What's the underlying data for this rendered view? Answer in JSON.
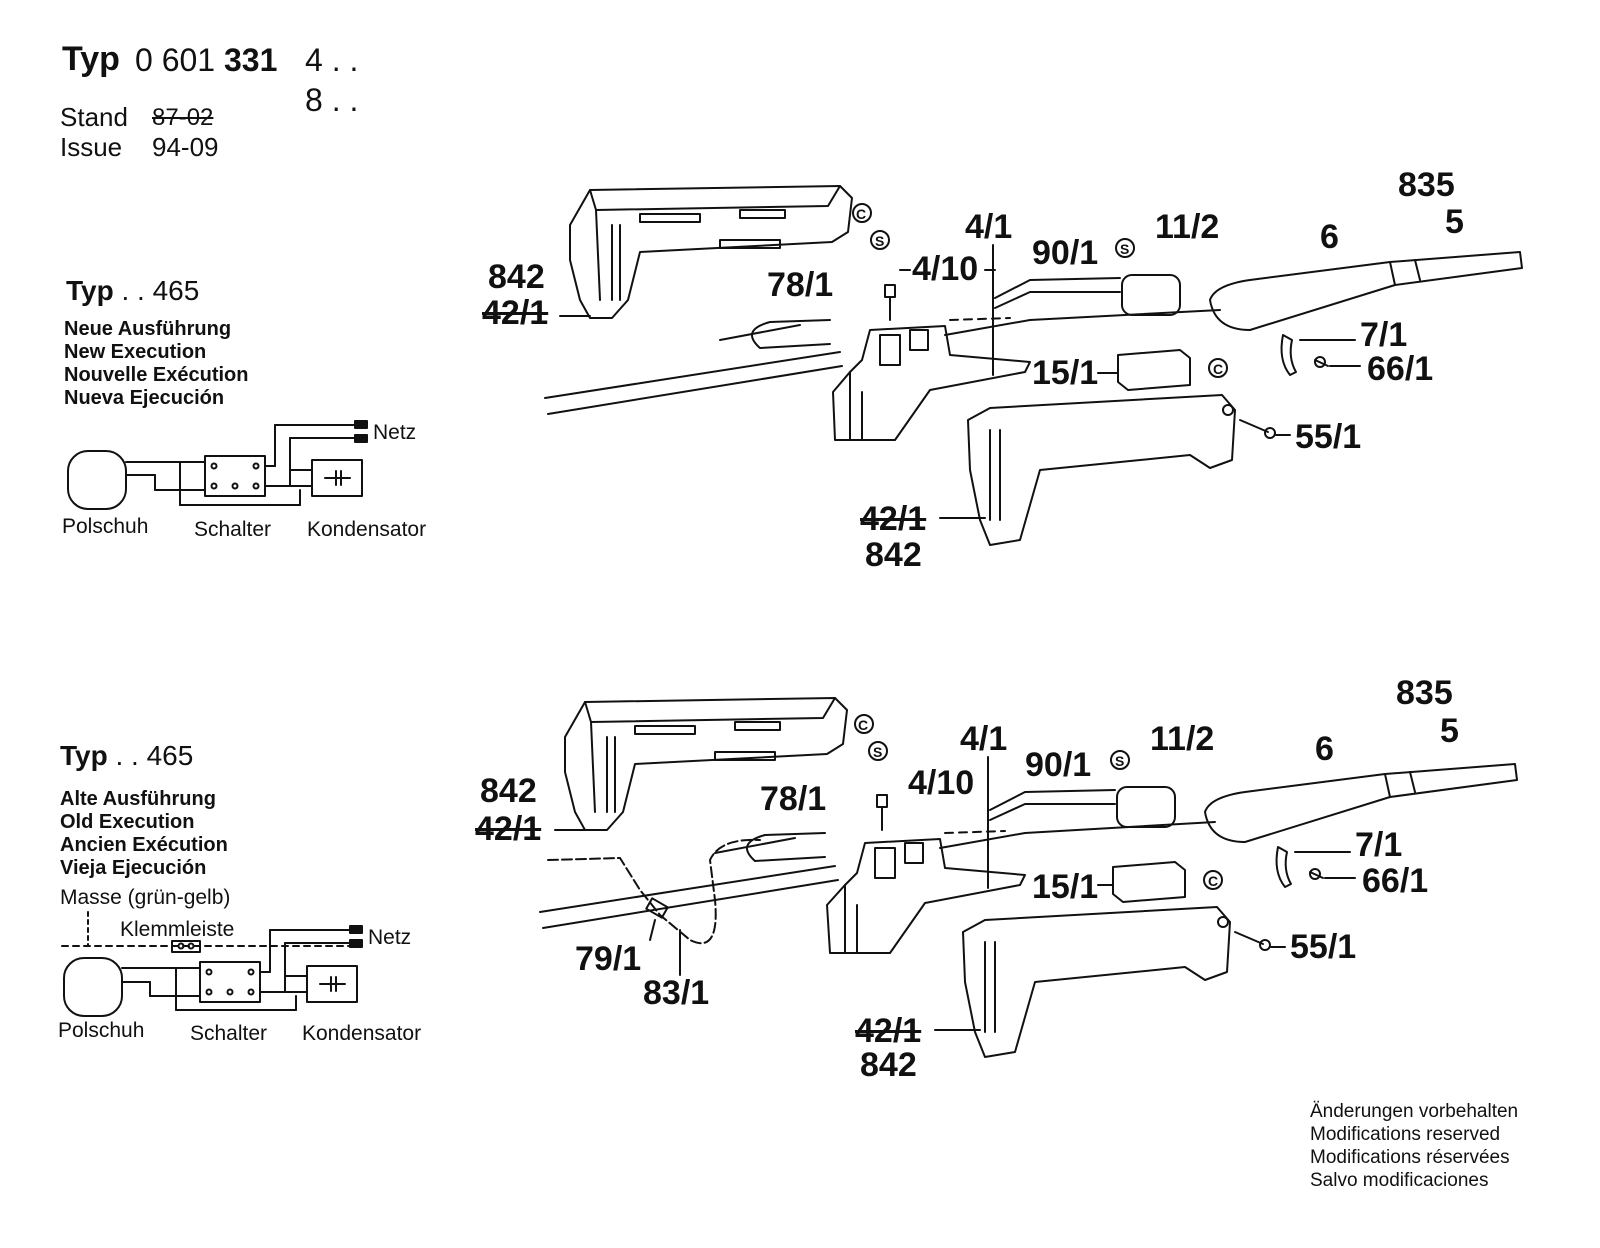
{
  "header": {
    "typ_label": "Typ",
    "type_number_prefix": "0 601",
    "type_number_bold": "331",
    "suffix_1": "4 . .",
    "suffix_2": "8 . .",
    "stand_label": "Stand",
    "stand_value": "87-02",
    "issue_label": "Issue",
    "issue_value": "94-09"
  },
  "section_new": {
    "typ_label": "Typ",
    "typ_value": ". . 465",
    "execution": [
      "Neue Ausführung",
      "New Execution",
      "Nouvelle Exécution",
      "Nueva Ejecución"
    ],
    "wiring": {
      "netz": "Netz",
      "polschuh": "Polschuh",
      "schalter": "Schalter",
      "kondensator": "Kondensator"
    },
    "parts": {
      "p842_top": "842",
      "p42_1_top": "42/1",
      "p78_1": "78/1",
      "p4_10": "4/10",
      "p4_1": "4/1",
      "p90_1": "90/1",
      "p11_2": "11/2",
      "p6": "6",
      "p835": "835",
      "p5": "5",
      "p7_1": "7/1",
      "p66_1": "66/1",
      "p15_1": "15/1",
      "p55_1": "55/1",
      "p42_1_bot": "42/1",
      "p842_bot": "842",
      "sym_c": "C",
      "sym_s": "S"
    }
  },
  "section_old": {
    "typ_label": "Typ",
    "typ_value": ". . 465",
    "execution": [
      "Alte Ausführung",
      "Old Execution",
      "Ancien Exécution",
      "Vieja Ejecución"
    ],
    "wiring": {
      "masse": "Masse (grün-gelb)",
      "klemmleiste": "Klemmleiste",
      "netz": "Netz",
      "polschuh": "Polschuh",
      "schalter": "Schalter",
      "kondensator": "Kondensator"
    },
    "parts": {
      "p842_top": "842",
      "p42_1_top": "42/1",
      "p78_1": "78/1",
      "p4_10": "4/10",
      "p4_1": "4/1",
      "p90_1": "90/1",
      "p11_2": "11/2",
      "p6": "6",
      "p835": "835",
      "p5": "5",
      "p7_1": "7/1",
      "p66_1": "66/1",
      "p15_1": "15/1",
      "p55_1": "55/1",
      "p79_1": "79/1",
      "p83_1": "83/1",
      "p42_1_bot": "42/1",
      "p842_bot": "842",
      "sym_c": "C",
      "sym_s": "S"
    }
  },
  "footer": [
    "Änderungen vorbehalten",
    "Modifications reserved",
    "Modifications réservées",
    "Salvo modificaciones"
  ]
}
